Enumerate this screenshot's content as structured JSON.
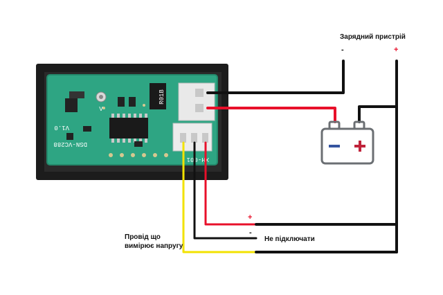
{
  "labels": {
    "charger": "Зарядний пристрій",
    "charger_minus": "-",
    "charger_plus": "+",
    "measure_wire": "Провід що\nвимірює напругу",
    "do_not_connect": "Не підключати",
    "red_wire_sign": "+",
    "black_wire_sign": "-"
  },
  "pcb": {
    "text_model": "DSN-VC288",
    "text_version": "V1.0",
    "text_resistor": "R01B",
    "text_connector": "XH-001",
    "text_sign": "V"
  },
  "colors": {
    "wire_black": "#111111",
    "wire_red": "#e8102a",
    "wire_yellow": "#f2e200",
    "pcb_green": "#2ea583",
    "battery_outline": "#6b6f73",
    "battery_minus": "#3554a0",
    "battery_plus": "#c0233a"
  }
}
